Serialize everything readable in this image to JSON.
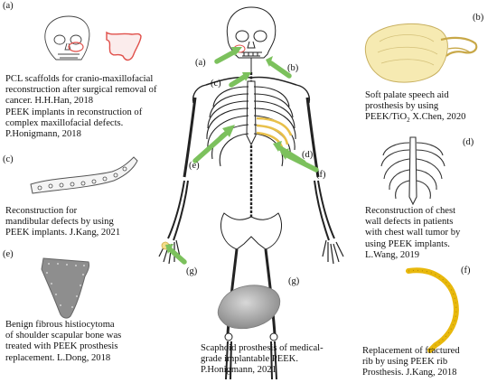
{
  "labels": {
    "a_top": "(a)",
    "a_body": "(a)",
    "b_top": "(b)",
    "b_body": "(b)",
    "c_left": "(c)",
    "c_body": "(c)",
    "d_right": "(d)",
    "d_body": "(d)",
    "e_left": "(e)",
    "e_body": "(e)",
    "f_right": "(f)",
    "f_body": "(f)",
    "g_center": "(g)",
    "g_body": "(g)"
  },
  "captions": {
    "a": [
      "PCL scaffolds for cranio-maxillofacial",
      "reconstruction after surgical removal of",
      "cancer. H.H.Han, 2018",
      "PEEK implants in reconstruction of",
      "complex maxillofacial defects.",
      "P.Honigmann, 2018"
    ],
    "b": [
      "Soft palate speech aid",
      "prosthesis by using",
      "PEEK/TiO",
      "2",
      " X.Chen, 2020"
    ],
    "c": [
      "Reconstruction for",
      "mandibular defects by using",
      "PEEK implants. J.Kang, 2021"
    ],
    "d": [
      "Reconstruction of chest",
      "wall defects in patients",
      "with chest wall tumor by",
      "using PEEK implants.",
      "L.Wang, 2019"
    ],
    "e": [
      "Benign fibrous histiocytoma",
      "of shoulder scapular bone was",
      "treated with PEEK prosthesis",
      "replacement. L.Dong, 2018"
    ],
    "f": [
      "Replacement of fractured",
      "rib by using PEEK rib",
      "Prosthesis. J.Kang, 2018"
    ],
    "g": [
      "Scaphoid prosthesis of medical-",
      "grade implantable PEEK.",
      "P.Honigmann, 2021"
    ]
  },
  "colors": {
    "arrow": "#7cc15d",
    "implant_gold": "#e8c04a",
    "rib_yellow": "#e8b80c",
    "scaffold_red": "#e0504b",
    "plate_gray": "#8a8a8a",
    "scaphoid_gray": "#9b9b9b"
  }
}
